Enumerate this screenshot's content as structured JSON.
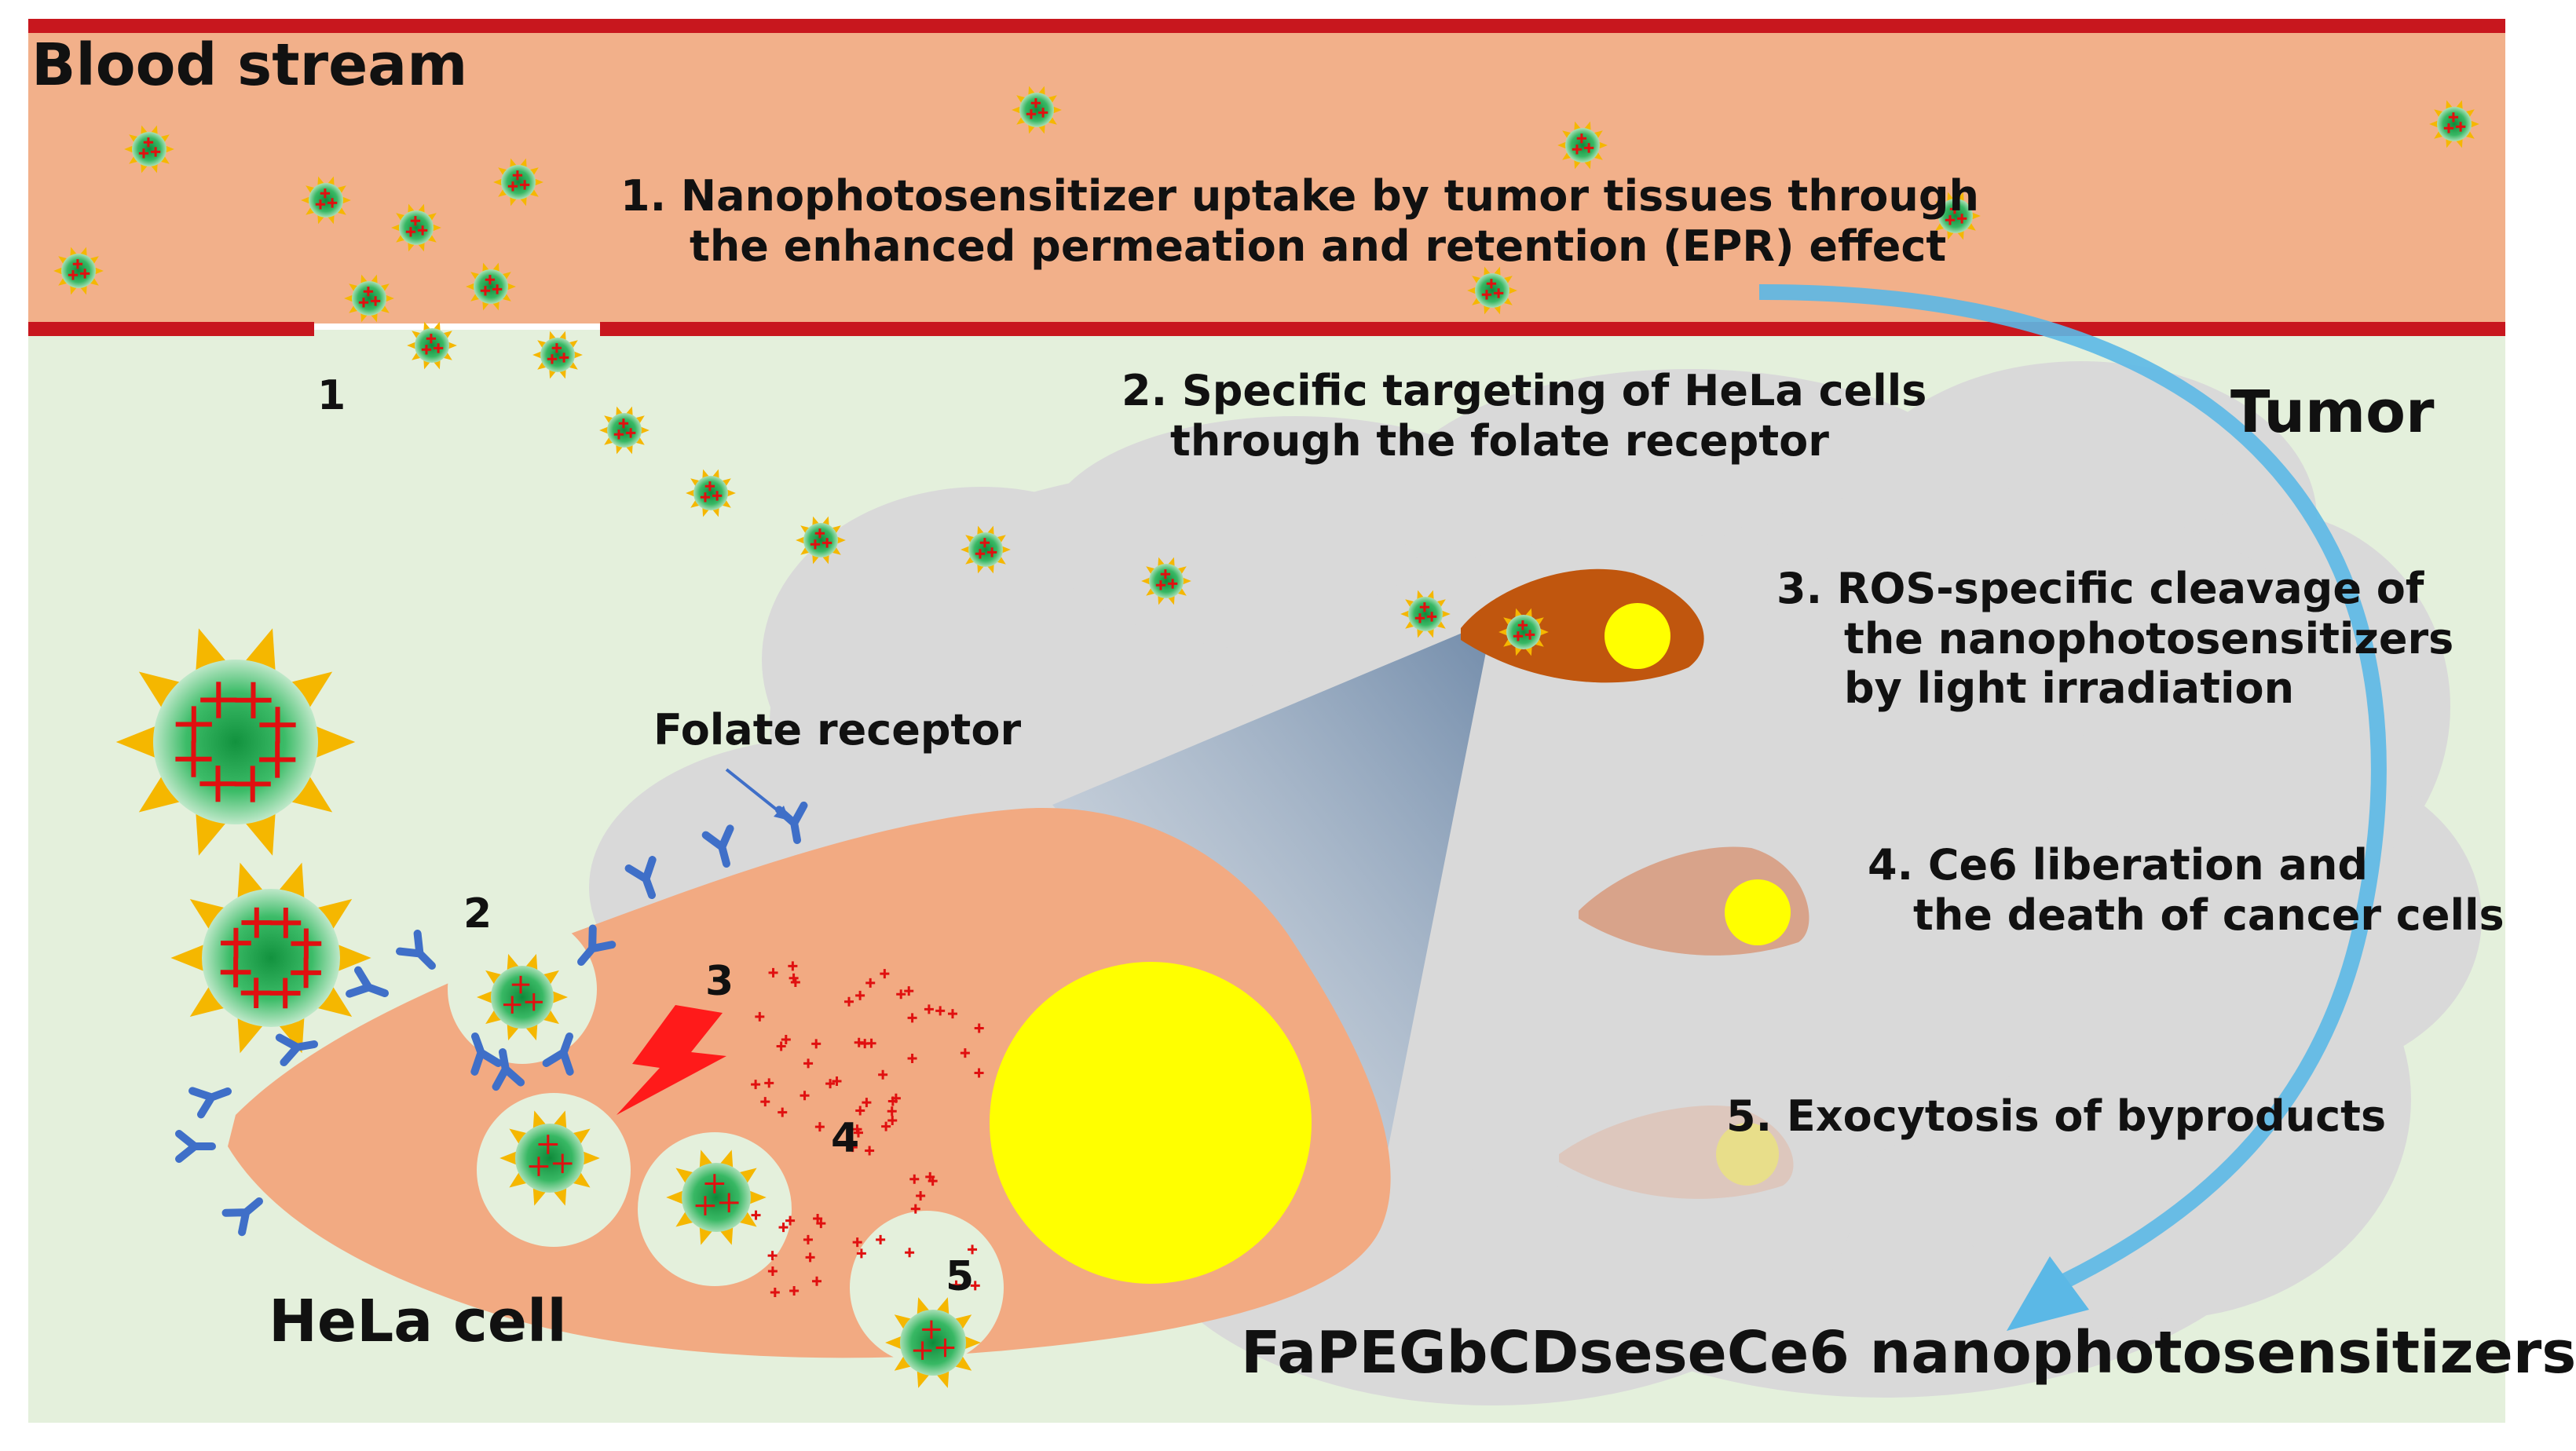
{
  "labels": {
    "blood_stream": "Blood stream",
    "tumor": "Tumor",
    "hela_cell": "HeLa cell",
    "folate_receptor": "Folate receptor",
    "nanophotosensitizer_name": "FaPEGbCDseseCe6 nanophotosensitizers"
  },
  "steps": [
    {
      "line1": "1.  Nanophotosensitizer uptake by tumor tissues through",
      "line2": "the enhanced permeation and retention (EPR) effect"
    },
    {
      "line1": "2. Specific targeting of HeLa cells",
      "line2": "through the folate receptor"
    },
    {
      "line1": "3. ROS-specific cleavage of",
      "line2": "the nanophotosensitizers",
      "line3": "by light irradiation"
    },
    {
      "line1": "4. Ce6 liberation and",
      "line2": "the death of cancer cells"
    },
    {
      "line1": "5. Exocytosis of byproducts"
    }
  ],
  "markers": [
    "1",
    "2",
    "3",
    "4",
    "5"
  ],
  "colors": {
    "vessel": "#f2b08a",
    "vessel_wall": "#c8171e",
    "tissue": "#e4f0dc",
    "tumor": "#d9d9d9",
    "cell": "#f2aa82",
    "nucleus": "#ffff00",
    "receptor": "#3f6fc8",
    "arrow": "#5bb8e6",
    "lightning": "#ff1a1a"
  },
  "icons": [
    "nanoparticle-icon",
    "folate-receptor-icon",
    "lightning-icon",
    "curved-arrow-icon"
  ]
}
